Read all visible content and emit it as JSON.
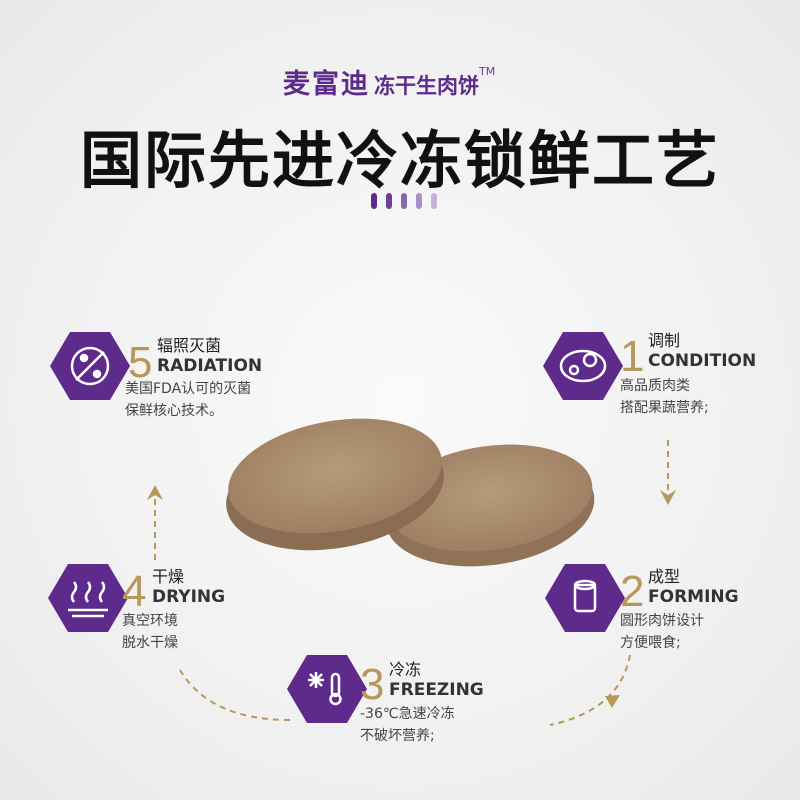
{
  "brand": {
    "name": "麦富迪",
    "product": "冻干生肉饼",
    "tm": "TM"
  },
  "title": "国际先进冷冻锁鲜工艺",
  "colors": {
    "purple": "#5e2a8c",
    "gold": "#b8975a",
    "dots": [
      "#5e2a8c",
      "#6e3f98",
      "#8a66ad",
      "#a88fc2",
      "#c4b3d6"
    ]
  },
  "steps": [
    {
      "num": "1",
      "cn": "调制",
      "en": "CONDITION",
      "desc": [
        "高品质肉类",
        "搭配果蔬营养;"
      ],
      "icon": "meat-icon"
    },
    {
      "num": "2",
      "cn": "成型",
      "en": "FORMING",
      "desc": [
        "圆形肉饼设计",
        "方便喂食;"
      ],
      "icon": "cylinder-icon"
    },
    {
      "num": "3",
      "cn": "冷冻",
      "en": "FREEZING",
      "desc": [
        "-36℃急速冷冻",
        "不破坏营养;"
      ],
      "icon": "snowflake-thermometer-icon"
    },
    {
      "num": "4",
      "cn": "干燥",
      "en": "DRYING",
      "desc": [
        "真空环境",
        "脱水干燥"
      ],
      "icon": "heat-waves-icon"
    },
    {
      "num": "5",
      "cn": "辐照灭菌",
      "en": "RADIATION",
      "desc": [
        "美国FDA认可的灭菌",
        "保鲜核心技术。"
      ],
      "icon": "sterilization-icon"
    }
  ]
}
